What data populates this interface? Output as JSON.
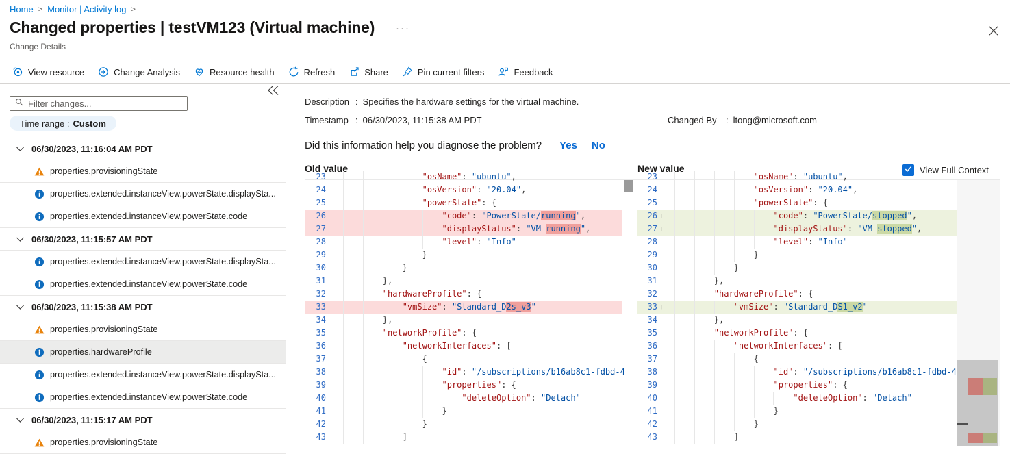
{
  "breadcrumb": {
    "home": "Home",
    "monitor": "Monitor | Activity log",
    "separator": ">"
  },
  "header": {
    "title": "Changed properties | testVM123 (Virtual machine)",
    "ellipsis": "···",
    "subtitle": "Change Details"
  },
  "toolbar": {
    "items": [
      {
        "icon": "view-resource-icon",
        "label": "View resource"
      },
      {
        "icon": "change-analysis-icon",
        "label": "Change Analysis"
      },
      {
        "icon": "resource-health-icon",
        "label": "Resource health"
      },
      {
        "icon": "refresh-icon",
        "label": "Refresh"
      },
      {
        "icon": "share-icon",
        "label": "Share"
      },
      {
        "icon": "pin-icon",
        "label": "Pin current filters"
      },
      {
        "icon": "feedback-icon",
        "label": "Feedback"
      }
    ]
  },
  "sidebar": {
    "filter_placeholder": "Filter changes...",
    "time_range_label": "Time range :",
    "time_range_value": "Custom",
    "groups": [
      {
        "date": "06/30/2023, 11:16:04 AM PDT",
        "items": [
          {
            "icon": "warning",
            "label": "properties.provisioningState"
          },
          {
            "icon": "info",
            "label": "properties.extended.instanceView.powerState.displaySta..."
          },
          {
            "icon": "info",
            "label": "properties.extended.instanceView.powerState.code"
          }
        ]
      },
      {
        "date": "06/30/2023, 11:15:57 AM PDT",
        "items": [
          {
            "icon": "info",
            "label": "properties.extended.instanceView.powerState.displaySta..."
          },
          {
            "icon": "info",
            "label": "properties.extended.instanceView.powerState.code"
          }
        ]
      },
      {
        "date": "06/30/2023, 11:15:38 AM PDT",
        "items": [
          {
            "icon": "warning",
            "label": "properties.provisioningState"
          },
          {
            "icon": "info",
            "label": "properties.hardwareProfile",
            "selected": true
          },
          {
            "icon": "info",
            "label": "properties.extended.instanceView.powerState.displaySta..."
          },
          {
            "icon": "info",
            "label": "properties.extended.instanceView.powerState.code"
          }
        ]
      },
      {
        "date": "06/30/2023, 11:15:17 AM PDT",
        "items": [
          {
            "icon": "warning",
            "label": "properties.provisioningState"
          }
        ]
      }
    ]
  },
  "details": {
    "description_label": "Description",
    "colon": ":",
    "description": "Specifies the hardware settings for the virtual machine.",
    "timestamp_label": "Timestamp",
    "timestamp": "06/30/2023, 11:15:38 AM PDT",
    "changed_by_label": "Changed By",
    "changed_by": "ltong@microsoft.com",
    "question": "Did this information help you diagnose the problem?",
    "yes": "Yes",
    "no": "No"
  },
  "diff": {
    "old_label": "Old value",
    "new_label": "New value",
    "context_label": "View Full Context",
    "context_checked": true,
    "old_lines": [
      {
        "n": "23",
        "ind": 4,
        "tok": [
          [
            "k",
            "\"osName\""
          ],
          [
            "p",
            ": "
          ],
          [
            "v",
            "\"ubuntu\""
          ],
          [
            "p",
            ","
          ]
        ]
      },
      {
        "n": "24",
        "ind": 4,
        "tok": [
          [
            "k",
            "\"osVersion\""
          ],
          [
            "p",
            ": "
          ],
          [
            "v",
            "\"20.04\""
          ],
          [
            "p",
            ","
          ]
        ]
      },
      {
        "n": "25",
        "ind": 4,
        "tok": [
          [
            "k",
            "\"powerState\""
          ],
          [
            "p",
            ": {"
          ]
        ]
      },
      {
        "n": "26",
        "sign": "-",
        "hl": "rem",
        "ind": 5,
        "tok": [
          [
            "k",
            "\"code\""
          ],
          [
            "p",
            ": "
          ],
          [
            "v",
            "\"PowerState/"
          ],
          [
            "h",
            "running"
          ],
          [
            "v",
            "\""
          ],
          [
            "p",
            ","
          ]
        ]
      },
      {
        "n": "27",
        "sign": "-",
        "hl": "rem",
        "ind": 5,
        "tok": [
          [
            "k",
            "\"displayStatus\""
          ],
          [
            "p",
            ": "
          ],
          [
            "v",
            "\"VM "
          ],
          [
            "h",
            "running"
          ],
          [
            "v",
            "\""
          ],
          [
            "p",
            ","
          ]
        ]
      },
      {
        "n": "28",
        "ind": 5,
        "tok": [
          [
            "k",
            "\"level\""
          ],
          [
            "p",
            ": "
          ],
          [
            "v",
            "\"Info\""
          ]
        ]
      },
      {
        "n": "29",
        "ind": 4,
        "tok": [
          [
            "p",
            "}"
          ]
        ]
      },
      {
        "n": "30",
        "ind": 3,
        "tok": [
          [
            "p",
            "}"
          ]
        ]
      },
      {
        "n": "31",
        "ind": 2,
        "tok": [
          [
            "p",
            "},"
          ]
        ]
      },
      {
        "n": "32",
        "ind": 2,
        "tok": [
          [
            "k",
            "\"hardwareProfile\""
          ],
          [
            "p",
            ": {"
          ]
        ]
      },
      {
        "n": "33",
        "sign": "-",
        "hl": "rem",
        "ind": 3,
        "tok": [
          [
            "k",
            "\"vmSize\""
          ],
          [
            "p",
            ": "
          ],
          [
            "v",
            "\"Standard_D"
          ],
          [
            "h",
            "2s_v3"
          ],
          [
            "v",
            "\""
          ]
        ]
      },
      {
        "n": "34",
        "ind": 2,
        "tok": [
          [
            "p",
            "},"
          ]
        ]
      },
      {
        "n": "35",
        "ind": 2,
        "tok": [
          [
            "k",
            "\"networkProfile\""
          ],
          [
            "p",
            ": {"
          ]
        ]
      },
      {
        "n": "36",
        "ind": 3,
        "tok": [
          [
            "k",
            "\"networkInterfaces\""
          ],
          [
            "p",
            ": ["
          ]
        ]
      },
      {
        "n": "37",
        "ind": 4,
        "tok": [
          [
            "p",
            "{"
          ]
        ]
      },
      {
        "n": "38",
        "ind": 5,
        "tok": [
          [
            "k",
            "\"id\""
          ],
          [
            "p",
            ": "
          ],
          [
            "v",
            "\"/subscriptions/b16ab8c1-fdbd-4"
          ]
        ]
      },
      {
        "n": "39",
        "ind": 5,
        "tok": [
          [
            "k",
            "\"properties\""
          ],
          [
            "p",
            ": {"
          ]
        ]
      },
      {
        "n": "40",
        "ind": 6,
        "tok": [
          [
            "k",
            "\"deleteOption\""
          ],
          [
            "p",
            ": "
          ],
          [
            "v",
            "\"Detach\""
          ]
        ]
      },
      {
        "n": "41",
        "ind": 5,
        "tok": [
          [
            "p",
            "}"
          ]
        ]
      },
      {
        "n": "42",
        "ind": 4,
        "tok": [
          [
            "p",
            "}"
          ]
        ]
      },
      {
        "n": "43",
        "ind": 3,
        "tok": [
          [
            "p",
            "]"
          ]
        ]
      }
    ],
    "new_lines": [
      {
        "n": "23",
        "ind": 4,
        "tok": [
          [
            "k",
            "\"osName\""
          ],
          [
            "p",
            ": "
          ],
          [
            "v",
            "\"ubuntu\""
          ],
          [
            "p",
            ","
          ]
        ]
      },
      {
        "n": "24",
        "ind": 4,
        "tok": [
          [
            "k",
            "\"osVersion\""
          ],
          [
            "p",
            ": "
          ],
          [
            "v",
            "\"20.04\""
          ],
          [
            "p",
            ","
          ]
        ]
      },
      {
        "n": "25",
        "ind": 4,
        "tok": [
          [
            "k",
            "\"powerState\""
          ],
          [
            "p",
            ": {"
          ]
        ]
      },
      {
        "n": "26",
        "sign": "+",
        "hl": "add",
        "ind": 5,
        "tok": [
          [
            "k",
            "\"code\""
          ],
          [
            "p",
            ": "
          ],
          [
            "v",
            "\"PowerState/"
          ],
          [
            "h",
            "stopped"
          ],
          [
            "v",
            "\""
          ],
          [
            "p",
            ","
          ]
        ]
      },
      {
        "n": "27",
        "sign": "+",
        "hl": "add",
        "ind": 5,
        "tok": [
          [
            "k",
            "\"displayStatus\""
          ],
          [
            "p",
            ": "
          ],
          [
            "v",
            "\"VM "
          ],
          [
            "h",
            "stopped"
          ],
          [
            "v",
            "\""
          ],
          [
            "p",
            ","
          ]
        ]
      },
      {
        "n": "28",
        "ind": 5,
        "tok": [
          [
            "k",
            "\"level\""
          ],
          [
            "p",
            ": "
          ],
          [
            "v",
            "\"Info\""
          ]
        ]
      },
      {
        "n": "29",
        "ind": 4,
        "tok": [
          [
            "p",
            "}"
          ]
        ]
      },
      {
        "n": "30",
        "ind": 3,
        "tok": [
          [
            "p",
            "}"
          ]
        ]
      },
      {
        "n": "31",
        "ind": 2,
        "tok": [
          [
            "p",
            "},"
          ]
        ]
      },
      {
        "n": "32",
        "ind": 2,
        "tok": [
          [
            "k",
            "\"hardwareProfile\""
          ],
          [
            "p",
            ": {"
          ]
        ]
      },
      {
        "n": "33",
        "sign": "+",
        "hl": "add",
        "ind": 3,
        "tok": [
          [
            "k",
            "\"vmSize\""
          ],
          [
            "p",
            ": "
          ],
          [
            "v",
            "\"Standard_D"
          ],
          [
            "h",
            "S1_v2"
          ],
          [
            "v",
            "\""
          ]
        ]
      },
      {
        "n": "34",
        "ind": 2,
        "tok": [
          [
            "p",
            "},"
          ]
        ]
      },
      {
        "n": "35",
        "ind": 2,
        "tok": [
          [
            "k",
            "\"networkProfile\""
          ],
          [
            "p",
            ": {"
          ]
        ]
      },
      {
        "n": "36",
        "ind": 3,
        "tok": [
          [
            "k",
            "\"networkInterfaces\""
          ],
          [
            "p",
            ": ["
          ]
        ]
      },
      {
        "n": "37",
        "ind": 4,
        "tok": [
          [
            "p",
            "{"
          ]
        ]
      },
      {
        "n": "38",
        "ind": 5,
        "tok": [
          [
            "k",
            "\"id\""
          ],
          [
            "p",
            ": "
          ],
          [
            "v",
            "\"/subscriptions/b16ab8c1-fdbd-4"
          ]
        ]
      },
      {
        "n": "39",
        "ind": 5,
        "tok": [
          [
            "k",
            "\"properties\""
          ],
          [
            "p",
            ": {"
          ]
        ]
      },
      {
        "n": "40",
        "ind": 6,
        "tok": [
          [
            "k",
            "\"deleteOption\""
          ],
          [
            "p",
            ": "
          ],
          [
            "v",
            "\"Detach\""
          ]
        ]
      },
      {
        "n": "41",
        "ind": 5,
        "tok": [
          [
            "p",
            "}"
          ]
        ]
      },
      {
        "n": "42",
        "ind": 4,
        "tok": [
          [
            "p",
            "}"
          ]
        ]
      },
      {
        "n": "43",
        "ind": 3,
        "tok": [
          [
            "p",
            "]"
          ]
        ]
      }
    ]
  },
  "colors": {
    "accent": "#0078d4",
    "removed_line_bg": "#fcdbdb",
    "removed_char_bg": "#f0a09c",
    "added_line_bg": "#edf2de",
    "added_char_bg": "#cbd9a5",
    "key": "#a31515",
    "value": "#0451a5",
    "warning": "#e8830c",
    "info": "#0f6cbd"
  }
}
